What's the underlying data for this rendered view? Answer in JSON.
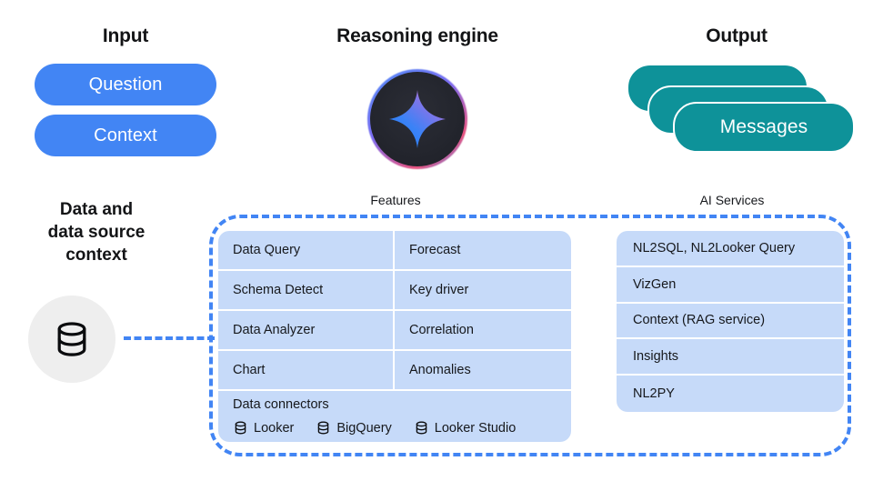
{
  "columns": {
    "input_title": "Input",
    "engine_title": "Reasoning engine",
    "output_title": "Output"
  },
  "input": {
    "pills": [
      {
        "label": "Question"
      },
      {
        "label": "Context"
      }
    ],
    "pill_color": "#4285f4"
  },
  "engine": {
    "icon": "gemini-sparkle-icon",
    "orb_background": "#23252d",
    "rim_colors": [
      "#4e8df7",
      "#7a6cf0",
      "#e8537f"
    ],
    "star_gradient": [
      "#1f7bf6",
      "#6f7bf0",
      "#d86fb0"
    ]
  },
  "output": {
    "front_label": "Messages",
    "pill_color": "#0e9299",
    "stack_count": 3
  },
  "data_source": {
    "label": "Data and\ndata source\ncontext",
    "label_lines": [
      "Data and",
      "data source",
      "context"
    ],
    "icon": "database-icon",
    "circle_color": "#eeeeee",
    "connector_color": "#4285f4"
  },
  "dashed_container": {
    "border_color": "#4285f4",
    "border_style": "dashed"
  },
  "features": {
    "group_label": "Features",
    "card_color": "#c6daf9",
    "rows": [
      {
        "left": "Data Query",
        "right": "Forecast"
      },
      {
        "left": "Schema Detect",
        "right": "Key driver"
      },
      {
        "left": "Data Analyzer",
        "right": "Correlation"
      },
      {
        "left": "Chart",
        "right": "Anomalies"
      }
    ],
    "connectors_title": "Data connectors",
    "connectors": [
      {
        "label": "Looker",
        "icon": "database-icon"
      },
      {
        "label": "BigQuery",
        "icon": "database-icon"
      },
      {
        "label": "Looker Studio",
        "icon": "database-icon"
      }
    ]
  },
  "ai_services": {
    "group_label": "AI Services",
    "card_color": "#c6daf9",
    "rows": [
      "NL2SQL, NL2Looker Query",
      "VizGen",
      "Context (RAG service)",
      "Insights",
      "NL2PY"
    ]
  }
}
